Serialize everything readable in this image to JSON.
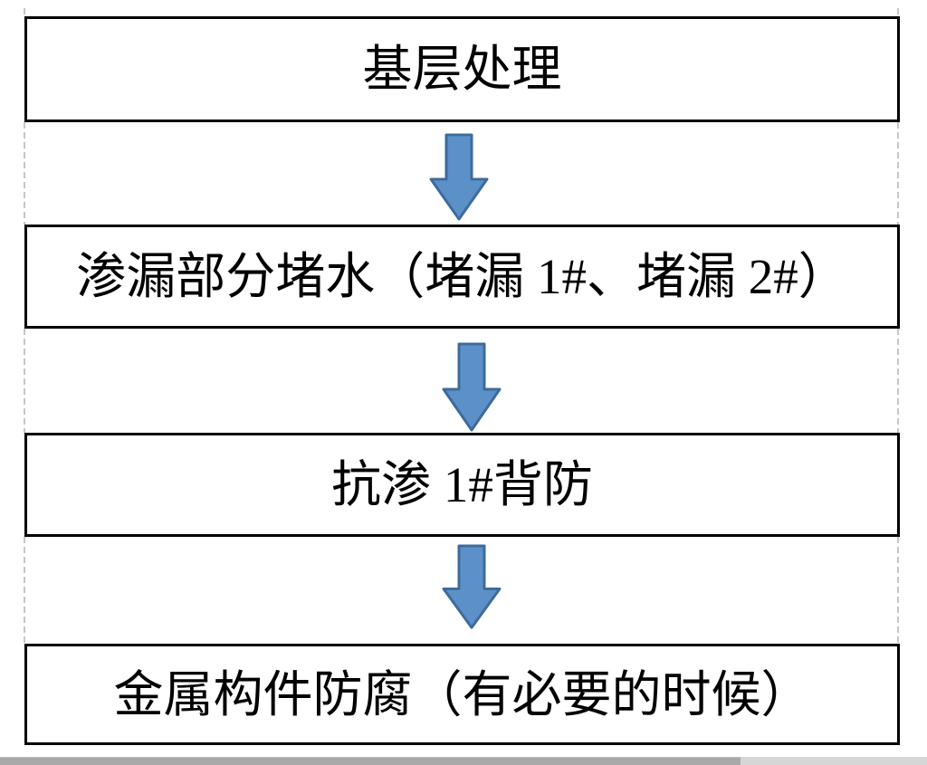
{
  "diagram": {
    "type": "flowchart",
    "orientation": "vertical",
    "steps": [
      {
        "label": "基层处理"
      },
      {
        "label": "渗漏部分堵水（堵漏 1#、堵漏 2#）"
      },
      {
        "label": "抗渗 1#背防"
      },
      {
        "label": "金属构件防腐（有必要的时候）"
      }
    ],
    "connectors": {
      "count": 3,
      "icon": "down-arrow-icon",
      "shape": "block arrow pointing down"
    },
    "colors": {
      "arrow_fill": "#5b90c8",
      "arrow_stroke": "#3d6b9c",
      "box_border": "#000000",
      "box_fill": "#ffffff",
      "text": "#000000",
      "dashed_guide": "#c6c6c6",
      "scrollbar_thumb": "#a9a9a9",
      "scrollbar_track": "#d6d6d6"
    }
  },
  "scrollbar": {
    "orientation": "horizontal",
    "thumb_extent": "0-80%"
  }
}
